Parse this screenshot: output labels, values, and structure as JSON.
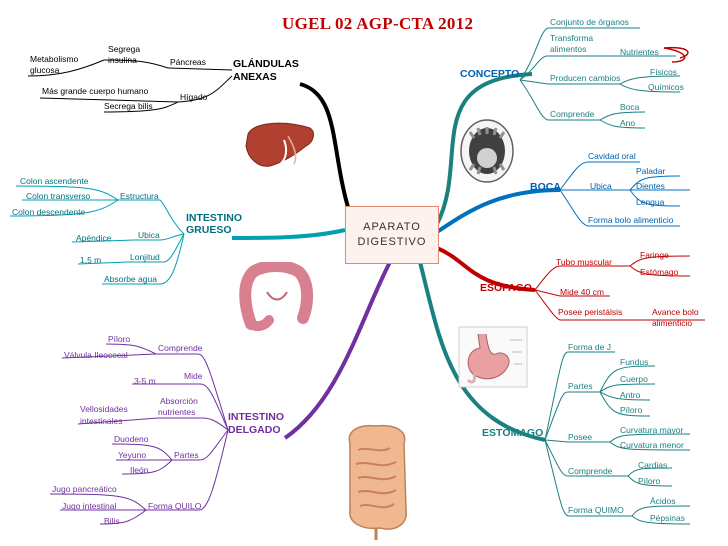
{
  "title": "UGEL 02 AGP-CTA 2012",
  "center": {
    "line1": "APARATO",
    "line2": "DIGESTIVO"
  },
  "colors": {
    "concepto": "#1a8080",
    "boca": "#0070c0",
    "esofago": "#c00000",
    "estomago": "#1a8080",
    "glandulas": "#000000",
    "grueso": "#00a0b0",
    "delgado": "#7030a0",
    "title": "#c00000"
  },
  "branches": {
    "concepto": {
      "label": "CONCEPTO",
      "items": [
        "Conjunto de órganos",
        "Transforma",
        "alimentos",
        "Nutrientes",
        "Producen cambios",
        "Físicos",
        "Químicos",
        "Comprende",
        "Boca",
        "Ano"
      ]
    },
    "boca": {
      "label": "BOCA",
      "items": [
        "Cavidad oral",
        "Ubica",
        "Paladar",
        "Dientes",
        "Lengua",
        "Forma bolo alimenticio"
      ]
    },
    "esofago": {
      "label": "ESÓFAGO",
      "items": [
        "Tubo muscular",
        "Faringe",
        "Estómago",
        "Mide 40 cm",
        "Posee peristálsis",
        "Avance bolo",
        "alimenticio"
      ]
    },
    "estomago": {
      "label": "ESTÓMAGO",
      "items": [
        "Forma de J",
        "Partes",
        "Fundus",
        "Cuerpo",
        "Antro",
        "Píloro",
        "Posee",
        "Curvatura mayor",
        "Curvatura menor",
        "Comprende",
        "Cardias",
        "Píloro",
        "Forma QUIMO",
        "Ácidos",
        "Pépsinas"
      ]
    },
    "glandulas": {
      "label1": "GLÁNDULAS",
      "label2": "ANEXAS",
      "items": [
        "Metabolismo",
        "glucosa",
        "Segrega",
        "insulina",
        "Páncreas",
        "Más grande cuerpo humano",
        "Hígado",
        "Secrega bilis"
      ]
    },
    "grueso": {
      "label1": "INTESTINO",
      "label2": "GRUESO",
      "items": [
        "Colon ascendente",
        "Colon transverso",
        "Colon descendente",
        "Estructura",
        "Apéndice",
        "Ubica",
        "1,5 m",
        "Lonjitud",
        "Absorbe agua"
      ]
    },
    "delgado": {
      "label1": "INTESTINO",
      "label2": "DELGADO",
      "items": [
        "Píloro",
        "Válvula Ileocecal",
        "Comprende",
        "3-5 m",
        "Mide",
        "Vellosidades",
        "intestinales",
        "Absorción",
        "nutrientes",
        "Duodeno",
        "Yeyuno",
        "Ileón",
        "Partes",
        "Jugo pancreático",
        "Jugo intestinal",
        "Bilis",
        "Forma QUILO"
      ]
    }
  }
}
